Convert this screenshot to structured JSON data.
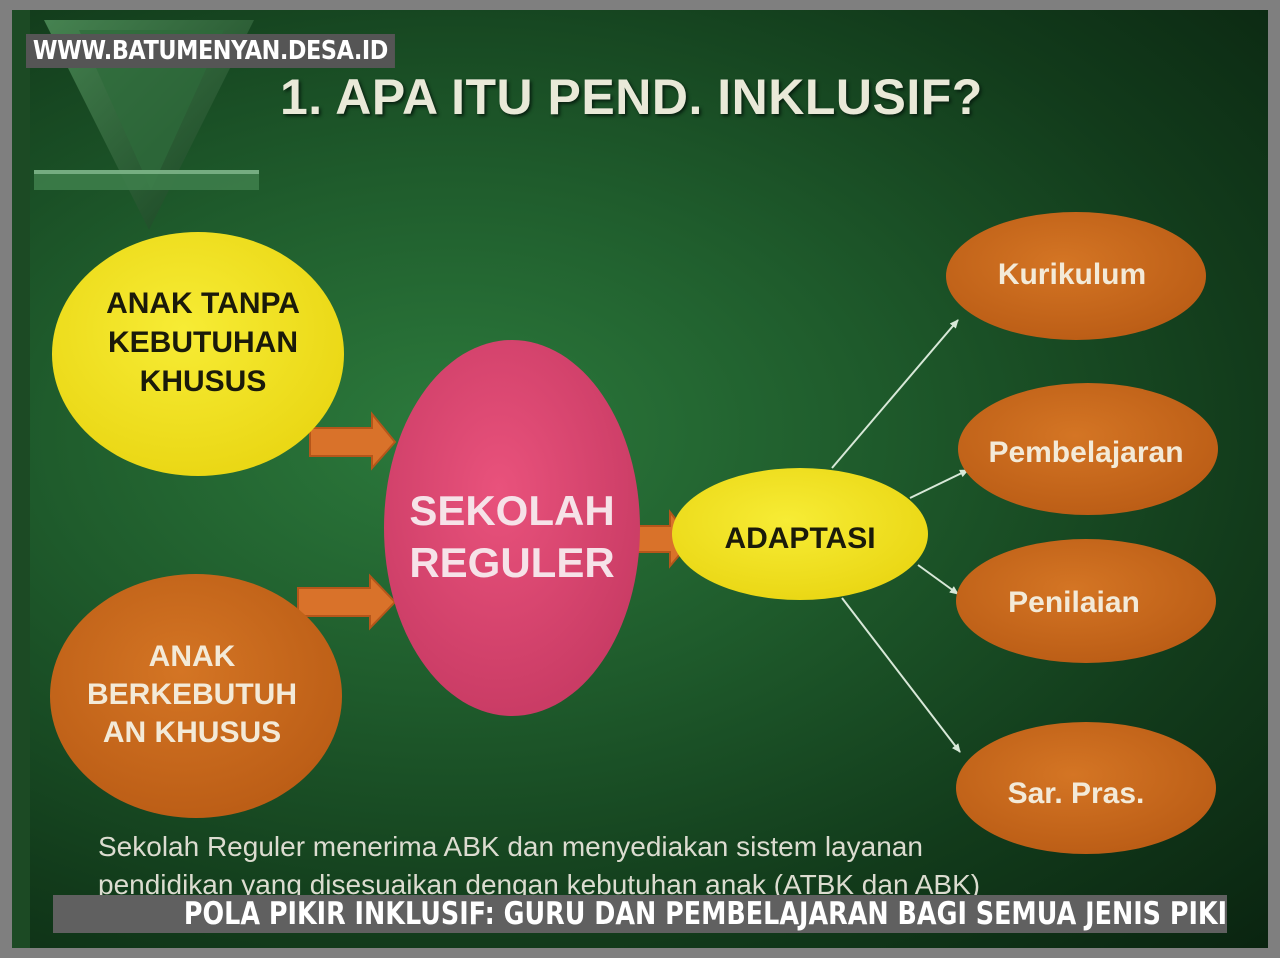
{
  "watermark": "WWW.BATUMENYAN.DESA.ID",
  "slide_title": "1. APA ITU PEND. INKLUSIF?",
  "nodes": {
    "anak_tanpa": [
      "ANAK TANPA",
      "KEBUTUHAN",
      "KHUSUS"
    ],
    "anak_berkebutuhan": [
      "ANAK",
      "BERKEBUTUH",
      "AN KHUSUS"
    ],
    "sekolah_reguler": [
      "SEKOLAH",
      "REGULER"
    ],
    "adaptasi": "ADAPTASI",
    "kurikulum": "Kurikulum",
    "pembelajaran": "Pembelajaran",
    "penilaian": "Penilaian",
    "sarpras": "Sar. Pras."
  },
  "bottom_text": [
    "Sekolah Reguler menerima ABK dan menyediakan sistem layanan",
    "pendidikan yang disesuaikan dengan kebutuhan anak (ATBK dan ABK)"
  ],
  "caption": "POLA PIKIR INKLUSIF: GURU DAN PEMBELAJARAN BAGI SEMUA JENIS PIKIRAN ANAK",
  "colors": {
    "yellow_node": "#f2e21c",
    "orange_node": "#c8661a",
    "pink_node": "#db4872",
    "background_green": "#1f5c2c",
    "arrow_orange": "#d9722a"
  }
}
